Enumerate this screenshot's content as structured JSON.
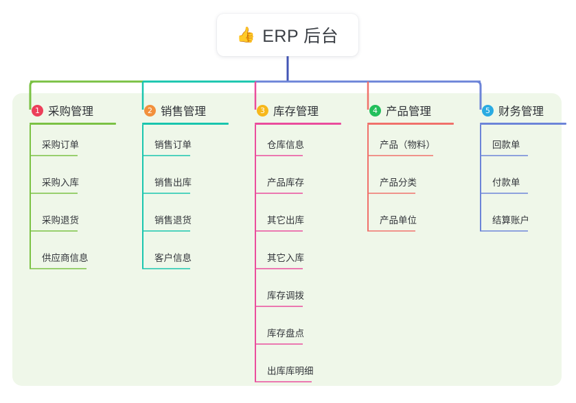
{
  "root": {
    "icon": "thumbs-up-icon",
    "icon_glyph": "👍",
    "title": "ERP 后台"
  },
  "theme": {
    "panel_bg": "#eff7e9",
    "card_bg": "#ffffff",
    "trunk_color": "#4254b5",
    "text_color": "#33363b"
  },
  "columns": [
    {
      "number": "1",
      "title": "采购管理",
      "badge_color": "#ec3f5a",
      "line_color": "#7ac143",
      "items": [
        "采购订单",
        "采购入库",
        "采购退货",
        "供应商信息"
      ]
    },
    {
      "number": "2",
      "title": "销售管理",
      "badge_color": "#f2903c",
      "line_color": "#18c5ae",
      "items": [
        "销售订单",
        "销售出库",
        "销售退货",
        "客户信息"
      ]
    },
    {
      "number": "3",
      "title": "库存管理",
      "badge_color": "#f7b81b",
      "line_color": "#ea4c9c",
      "items": [
        "仓库信息",
        "产品库存",
        "其它出库",
        "其它入库",
        "库存调拨",
        "库存盘点",
        "出库库明细"
      ]
    },
    {
      "number": "4",
      "title": "产品管理",
      "badge_color": "#22bf5b",
      "line_color": "#f0706a",
      "items": [
        "产品（物料）",
        "产品分类",
        "产品单位"
      ]
    },
    {
      "number": "5",
      "title": "财务管理",
      "badge_color": "#2aabe2",
      "line_color": "#6c84d8",
      "items": [
        "回款单",
        "付款单",
        "结算账户"
      ]
    }
  ]
}
